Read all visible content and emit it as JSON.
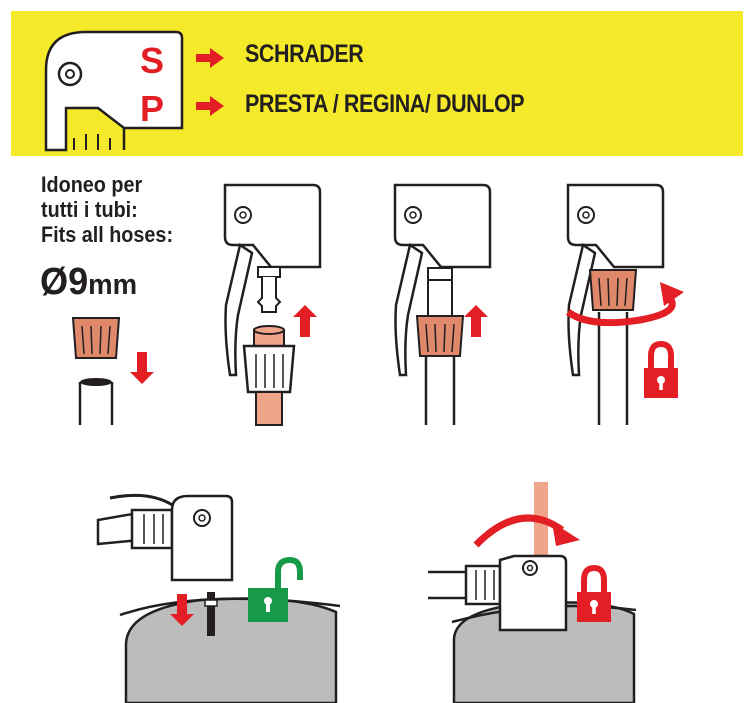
{
  "header": {
    "background_color": "#f5ea2a",
    "letter_s": "S",
    "letter_p": "P",
    "schrader_label": "SCHRADER",
    "presta_label": "PRESTA / REGINA/ DUNLOP"
  },
  "hose_info": {
    "line1": "Idoneo per",
    "line2": "tutti i tubi:",
    "line3": "Fits all hoses:",
    "diameter_symbol": "Ø",
    "diameter_value": "9",
    "diameter_unit": "mm"
  },
  "colors": {
    "arrow_red": "#e31e24",
    "lock_green": "#179a47",
    "lock_red": "#e31e24",
    "nut_orange": "#e0896a",
    "hose_orange": "#f0a58a",
    "rim_gray": "#bcbcbc"
  },
  "icons": [
    "arrow-right-icon",
    "arrow-up-icon",
    "arrow-down-icon",
    "rotate-arrow-icon",
    "padlock-locked-icon",
    "padlock-unlocked-icon"
  ]
}
